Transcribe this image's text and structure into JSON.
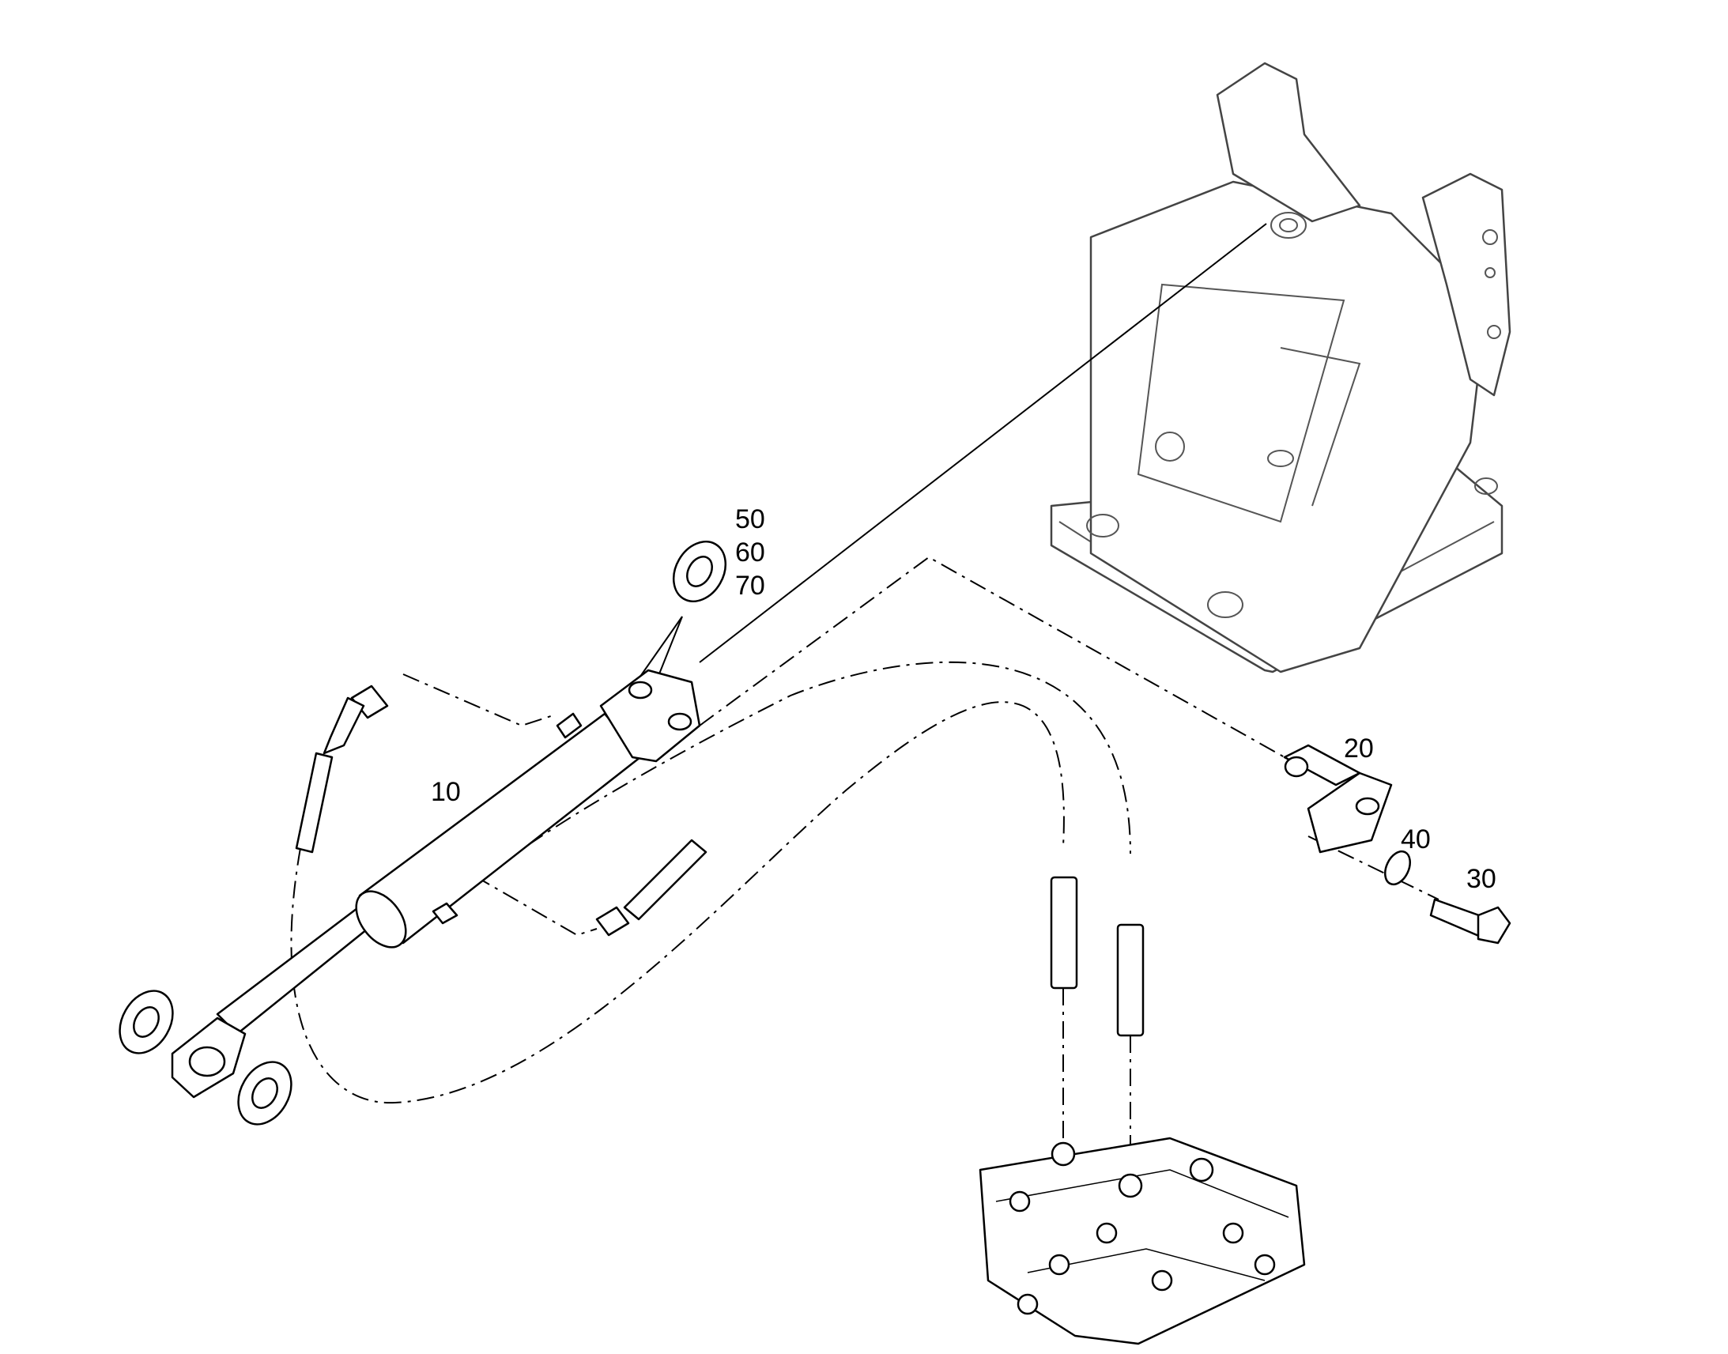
{
  "callouts": {
    "p10": "10",
    "p20": "20",
    "p30": "30",
    "p40": "40",
    "p50": "50",
    "p60": "60",
    "p70": "70"
  },
  "colors": {
    "line": "#000000",
    "frame": "#444444",
    "background": "#ffffff"
  }
}
